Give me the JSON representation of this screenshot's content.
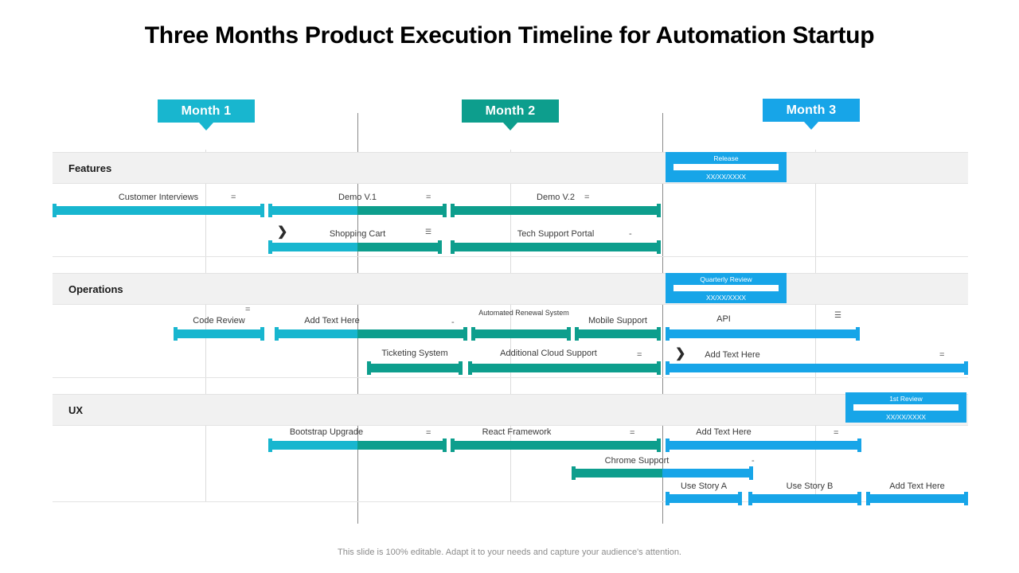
{
  "slide": {
    "title": "Three Months Product Execution Timeline for Automation Startup",
    "footer": "This slide is 100% editable. Adapt it to your needs and capture your audience's attention."
  },
  "colors": {
    "month1": "#18b6cf",
    "month2": "#0d9e8d",
    "month3": "#17a5e8",
    "band": "#f1f1f1",
    "divider": "#8a8a8a",
    "gridline": "#dcdcdc",
    "label": "#3a3a3a",
    "title": "#000000",
    "footer": "#8c8c8c"
  },
  "months": [
    {
      "label": "Month 1",
      "color": "#18b6cf"
    },
    {
      "label": "Month 2",
      "color": "#0d9e8d"
    },
    {
      "label": "Month 3",
      "color": "#17a5e8"
    }
  ],
  "sections": [
    {
      "label": "Features"
    },
    {
      "label": "Operations"
    },
    {
      "label": "UX"
    }
  ],
  "milestones": [
    {
      "title": "Release",
      "date": "XX/XX/XXXX"
    },
    {
      "title": "Quarterly Review",
      "date": "XX/XX/XXXX"
    },
    {
      "title": "1st Review",
      "date": "XX/XX/XXXX"
    }
  ],
  "chart_data": {
    "type": "bar",
    "title": "Three Months Product Execution Timeline for Automation Startup",
    "categories": [
      "Month 1",
      "Month 2",
      "Month 3"
    ],
    "rows": [
      "Features",
      "Operations",
      "UX"
    ],
    "tasks": [
      {
        "section": "Features",
        "track": 0,
        "label": "Customer Interviews",
        "month": "Month 1"
      },
      {
        "section": "Features",
        "track": 0,
        "label": "Demo V.1",
        "month": "Month 1-2"
      },
      {
        "section": "Features",
        "track": 0,
        "label": "Demo V.2",
        "month": "Month 2"
      },
      {
        "section": "Features",
        "track": 1,
        "label": "Shopping Cart",
        "month": "Month 1-2"
      },
      {
        "section": "Features",
        "track": 1,
        "label": "Tech Support Portal",
        "month": "Month 2"
      },
      {
        "section": "Operations",
        "track": 0,
        "label": "Code Review",
        "month": "Month 1"
      },
      {
        "section": "Operations",
        "track": 0,
        "label": "Add Text Here",
        "month": "Month 1-2"
      },
      {
        "section": "Operations",
        "track": 0,
        "label": "Automated Renewal System",
        "month": "Month 2"
      },
      {
        "section": "Operations",
        "track": 0,
        "label": "Mobile Support",
        "month": "Month 2"
      },
      {
        "section": "Operations",
        "track": 0,
        "label": "API",
        "month": "Month 3"
      },
      {
        "section": "Operations",
        "track": 1,
        "label": "Ticketing System",
        "month": "Month 2"
      },
      {
        "section": "Operations",
        "track": 1,
        "label": "Additional Cloud Support",
        "month": "Month 2"
      },
      {
        "section": "Operations",
        "track": 1,
        "label": "Add Text Here",
        "month": "Month 3"
      },
      {
        "section": "UX",
        "track": 0,
        "label": "Bootstrap Upgrade",
        "month": "Month 1-2"
      },
      {
        "section": "UX",
        "track": 0,
        "label": "React Framework",
        "month": "Month 2"
      },
      {
        "section": "UX",
        "track": 0,
        "label": "Add Text Here",
        "month": "Month 3"
      },
      {
        "section": "UX",
        "track": 1,
        "label": "Chrome Support",
        "month": "Month 2-3"
      },
      {
        "section": "UX",
        "track": 2,
        "label": "Use Story A",
        "month": "Month 3"
      },
      {
        "section": "UX",
        "track": 2,
        "label": "Use Story B",
        "month": "Month 3"
      },
      {
        "section": "UX",
        "track": 2,
        "label": "Add Text Here",
        "month": "Month 3"
      }
    ],
    "milestones": [
      {
        "section": "Features",
        "title": "Release",
        "date": "XX/XX/XXXX"
      },
      {
        "section": "Operations",
        "title": "Quarterly Review",
        "date": "XX/XX/XXXX"
      },
      {
        "section": "UX",
        "title": "1st Review",
        "date": "XX/XX/XXXX"
      }
    ]
  },
  "labels": {
    "customer_interviews": "Customer Interviews",
    "demo_v1": "Demo V.1",
    "demo_v2": "Demo V.2",
    "shopping_cart": "Shopping Cart",
    "tech_support_portal": "Tech Support Portal",
    "code_review": "Code Review",
    "add_text_here_1": "Add Text Here",
    "automated_renewal_system": "Automated Renewal System",
    "mobile_support": "Mobile Support",
    "api": "API",
    "ticketing_system": "Ticketing System",
    "additional_cloud_support": "Additional Cloud Support",
    "add_text_here_2": "Add Text Here",
    "bootstrap_upgrade": "Bootstrap Upgrade",
    "react_framework": "React Framework",
    "add_text_here_3": "Add Text Here",
    "chrome_support": "Chrome Support",
    "use_story_a": "Use Story A",
    "use_story_b": "Use Story B",
    "add_text_here_4": "Add Text Here"
  },
  "markers": {
    "eq": "=",
    "dash": "-",
    "triple": "☰",
    "chevron": "❯"
  }
}
